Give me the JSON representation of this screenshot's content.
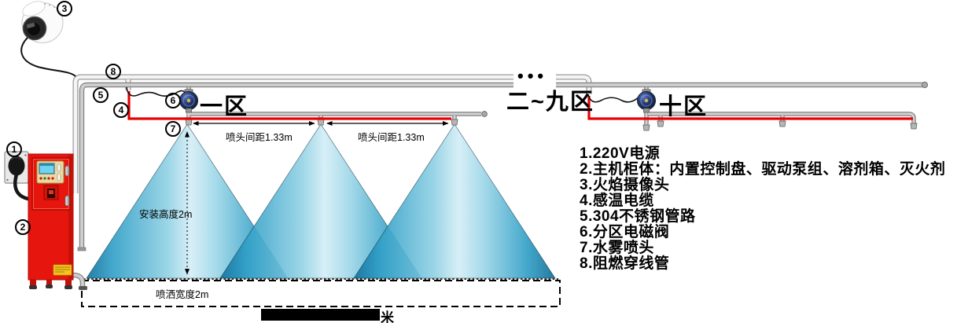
{
  "zones": {
    "zone1": "一区",
    "zones2to9": "二~九区",
    "zone10": "十区",
    "continuation_dots": "•••"
  },
  "dimensions": {
    "nozzle_spacing_left": "喷头间距1.33m",
    "nozzle_spacing_right": "喷头间距1.33m",
    "install_height": "安装高度2m",
    "spray_width": "喷洒宽度2m",
    "total_length_visible_suffix": "米"
  },
  "legend": {
    "items": [
      "1.220V电源",
      "2.主机柜体：内置控制盘、驱动泵组、溶剂箱、灭火剂",
      "3.火焰摄像头",
      "4.感温电缆",
      "5.304不锈钢管路",
      "6.分区电磁阀",
      "7.水雾喷头",
      "8.阻燃穿线管"
    ]
  },
  "callouts": {
    "power": "1",
    "cabinet": "2",
    "camera": "3",
    "heat_cable": "4",
    "pipe": "5",
    "valve": "6",
    "nozzle": "7",
    "conduit": "8"
  },
  "colors": {
    "cabinet_red": "#e6150d",
    "heat_cable_red": "#ea0000",
    "valve_navy": "#203a78",
    "spray_dark": "#1173a0",
    "spray_light": "#d3edf6",
    "pipe_gray": "#cfcfcf",
    "conduit_white": "#f4f4f4",
    "panel_yellow": "#ead9a0",
    "lcd_blue": "#6fd4ee"
  }
}
